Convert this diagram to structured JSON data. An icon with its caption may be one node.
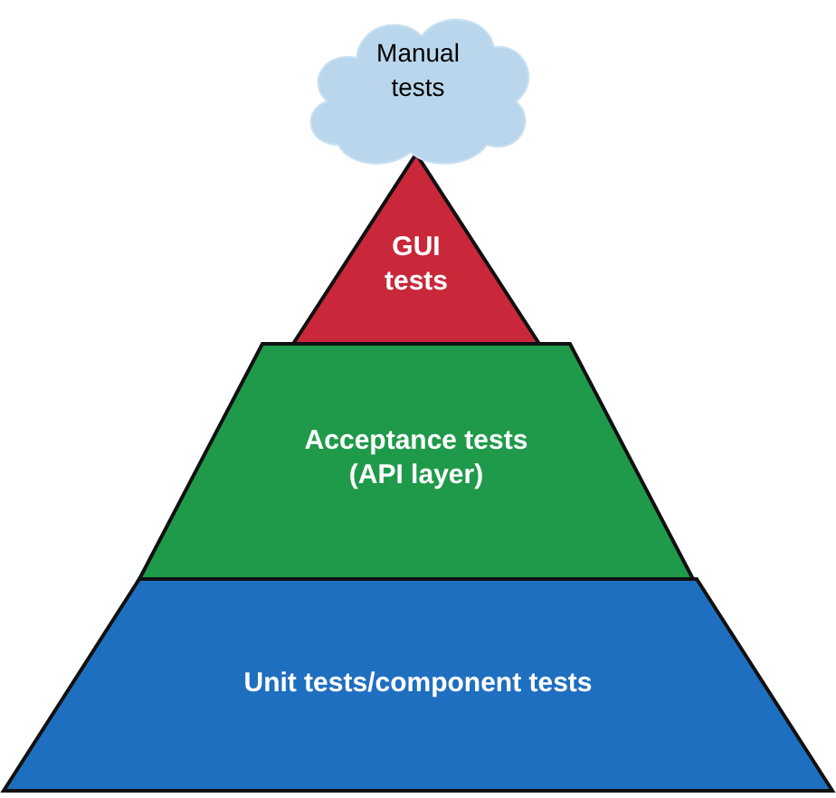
{
  "diagram": {
    "nodes": [
      {
        "text": [
          "Manual tests"
        ]
      },
      {
        "text": [
          "GUI tests"
        ]
      },
      {
        "text": [
          "Acceptance tests (API layer)"
        ]
      },
      {
        "text": [
          "Unit tests/component tests"
        ]
      }
    ]
  }
}
